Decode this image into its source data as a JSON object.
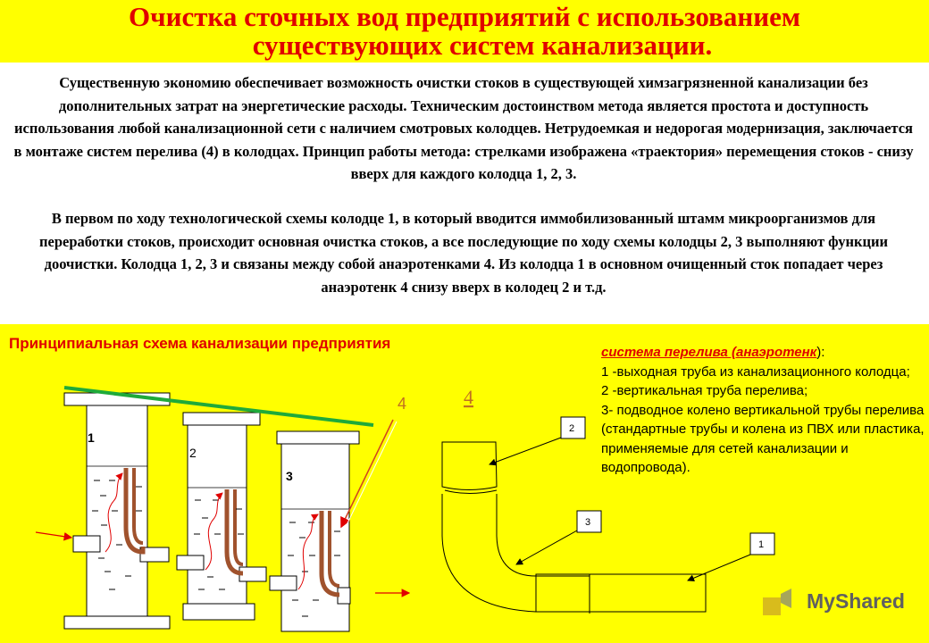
{
  "title": {
    "line1": "Очистка сточных вод предприятий с использованием",
    "line2": "существующих систем канализации."
  },
  "paragraphs": {
    "p1": "Существенную экономию обеспечивает возможность очистки стоков в существующей химзагрязненной канализации без дополнительных затрат на энергетические расходы. Техническим достоинством метода является простота и доступность использования любой канализационной сети с наличием смотровых колодцев. Нетрудоемкая и недорогая модернизация, заключается в монтаже систем перелива (4) в колодцах. Принцип работы метода: стрелками изображена «траектория» перемещения стоков - снизу вверх для каждого колодца 1, 2, 3.",
    "p2": "В первом по ходу технологической схемы колодце 1, в который вводится иммобилизованный штамм микроорганизмов для переработки стоков, происходит основная очистка стоков, а все последующие по ходу схемы колодцы 2, 3 выполняют функции доочистки. Колодца 1, 2, 3 и связаны между собой анаэротенками 4. Из колодца 1 в основном очищенный сток попадает через анаэротенк 4 снизу вверх в колодец 2 и т.д."
  },
  "scheme": {
    "title": "Принципиальная схема канализации предприятия",
    "wells": [
      "1",
      "2",
      "3"
    ],
    "label_4": "4",
    "detail_label_4": "4",
    "callouts": [
      "2",
      "3",
      "1"
    ]
  },
  "legend": {
    "title": "система перелива (анаэротенк",
    "title_suffix": "):",
    "items": [
      "1 -выходная труба из канализационного колодца;",
      "2 -вертикальная труба перелива;",
      "3- подводное колено вертикальной трубы перелива (стандартные трубы и колена из ПВХ или пластика, применяемые для сетей канализации и водопровода)."
    ]
  },
  "watermark": "MyShared",
  "colors": {
    "background": "#ffff00",
    "title": "#e00000",
    "pipe": "#a0522d",
    "level_line": "#1faa3a",
    "arrow": "#e00000"
  }
}
